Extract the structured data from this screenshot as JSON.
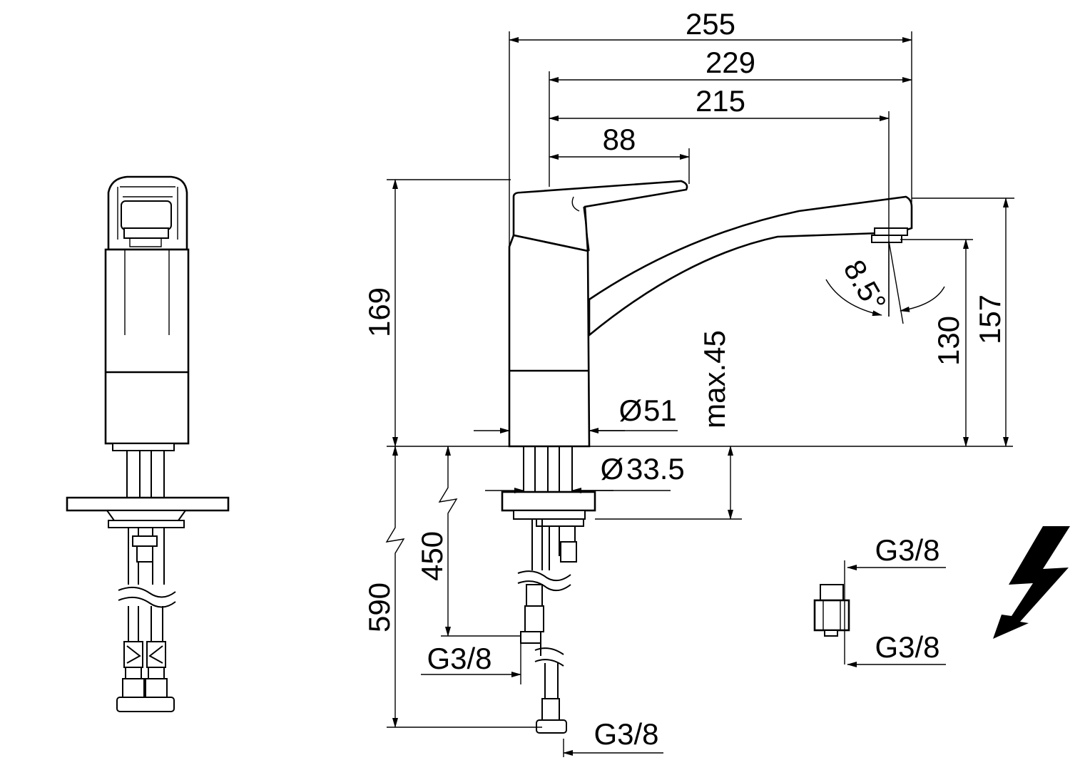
{
  "drawing": {
    "dimensions": {
      "d255": "255",
      "d229": "229",
      "d215": "215",
      "d88": "88",
      "d169": "169",
      "d157": "157",
      "d130": "130",
      "angle": "8.5°",
      "max45": "max.45",
      "dia51": "51",
      "dia33_5": "33.5",
      "d450": "450",
      "d590": "590"
    },
    "threads": {
      "hose_left": "G3/8",
      "hose_bottom": "G3/8",
      "adapter_top": "G3/8",
      "adapter_bottom": "G3/8"
    },
    "symbols": {
      "diameter_symbol": "Ø",
      "electric_symbol": "lightning-bolt"
    }
  }
}
